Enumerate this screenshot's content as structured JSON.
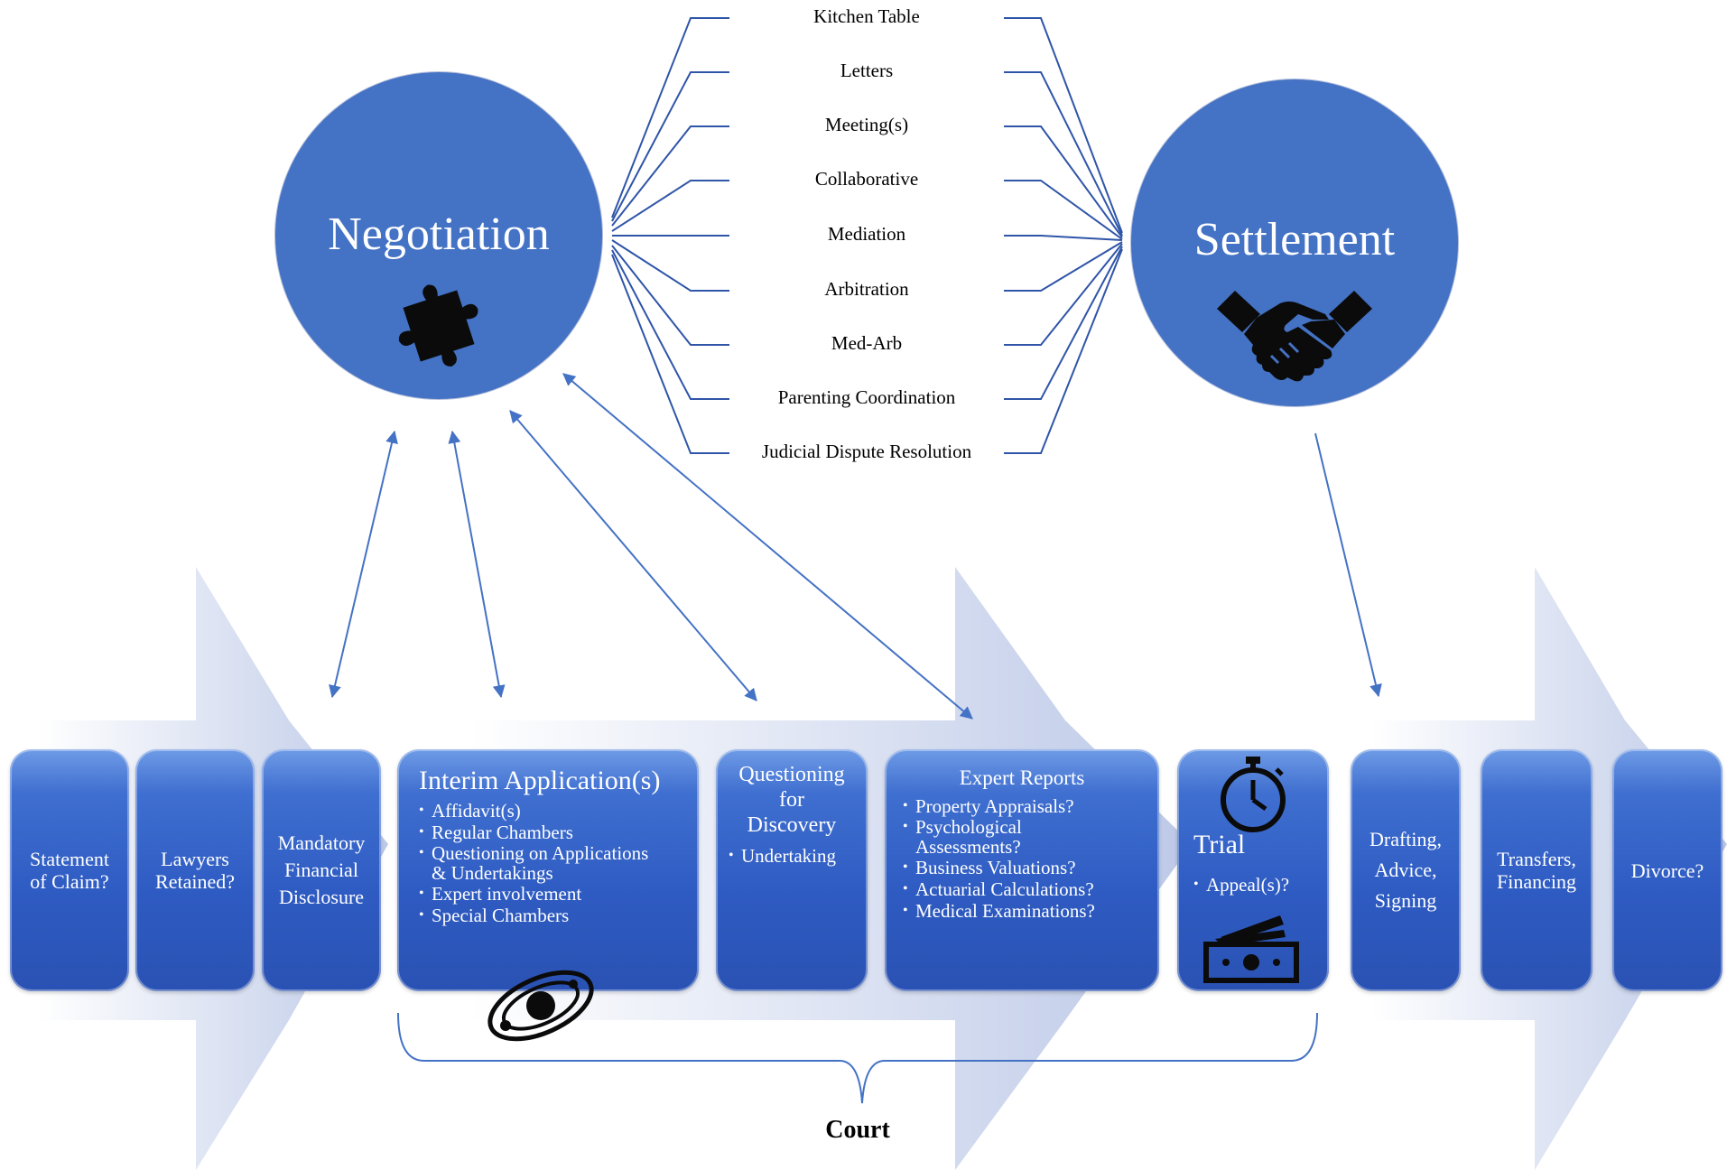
{
  "negotiation": {
    "title": "Negotiation",
    "icon": "puzzle-piece-icon"
  },
  "settlement": {
    "title": "Settlement",
    "icon": "handshake-icon"
  },
  "methods": [
    "Kitchen Table",
    "Letters",
    "Meeting(s)",
    "Collaborative",
    "Mediation",
    "Arbitration",
    "Med-Arb",
    "Parenting Coordination",
    "Judicial Dispute Resolution"
  ],
  "pre_court": {
    "statement": "Statement\nof Claim?",
    "lawyers": "Lawyers\nRetained?",
    "disclosure": "Mandatory\nFinancial\nDisclosure"
  },
  "interim": {
    "title": "Interim Application(s)",
    "items": [
      "Affidavit(s)",
      "Regular Chambers",
      "Questioning on Applications\n& Undertakings",
      "Expert involvement",
      "Special Chambers"
    ],
    "icon": "orbit-icon"
  },
  "questioning": {
    "title": "Questioning\nfor\nDiscovery",
    "items": [
      "Undertaking"
    ]
  },
  "expert": {
    "title": "Expert Reports",
    "items": [
      "Property Appraisals?",
      "Psychological\nAssessments?",
      "Business Valuations?",
      "Actuarial Calculations?",
      "Medical Examinations?"
    ]
  },
  "trial": {
    "title": "Trial",
    "items": [
      "Appeal(s)?"
    ],
    "icons": [
      "stopwatch-icon",
      "money-icon"
    ]
  },
  "post": {
    "drafting": "Drafting,\nAdvice,\nSigning",
    "transfers": "Transfers,\nFinancing",
    "divorce": "Divorce?"
  },
  "court_label": "Court",
  "colors": {
    "circle": "#4472c4",
    "box": "#2e5bc2",
    "arrow": "#4472c4",
    "chevron": "#c9d2ea"
  }
}
